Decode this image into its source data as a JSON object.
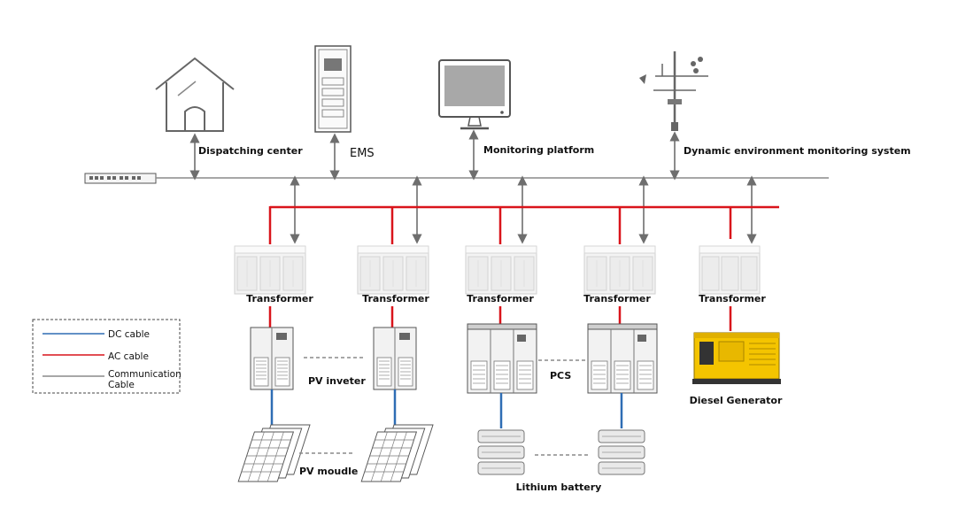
{
  "top_nodes": {
    "dispatching_center": "Dispatching center",
    "ems": "EMS",
    "monitoring_platform": "Monitoring platform",
    "environment_monitoring": "Dynamic environment monitoring system"
  },
  "transformer_label": "Transformer",
  "group_labels": {
    "pv_inverter": "PV inveter",
    "pcs": "PCS",
    "diesel_generator": "Diesel Generator",
    "pv_module": "PV moudle",
    "lithium_battery": "Lithium battery"
  },
  "legend": {
    "dc_cable": "DC cable",
    "ac_cable": "AC cable",
    "comm_cable_line1": "Communication",
    "comm_cable_line2": "Cable"
  },
  "colors": {
    "dc": "#2e6db4",
    "ac": "#d9141b",
    "comm": "#8a8a8a"
  },
  "icons": {
    "house": "house-icon",
    "ems": "ems-cabinet-icon",
    "monitor": "monitor-icon",
    "weather": "weather-station-icon",
    "switch": "network-switch-icon",
    "transformer": "transformer-icon",
    "inverter": "inverter-icon",
    "pcs": "pcs-icon",
    "generator": "diesel-generator-icon",
    "panel": "solar-panel-icon",
    "battery": "battery-stack-icon"
  }
}
